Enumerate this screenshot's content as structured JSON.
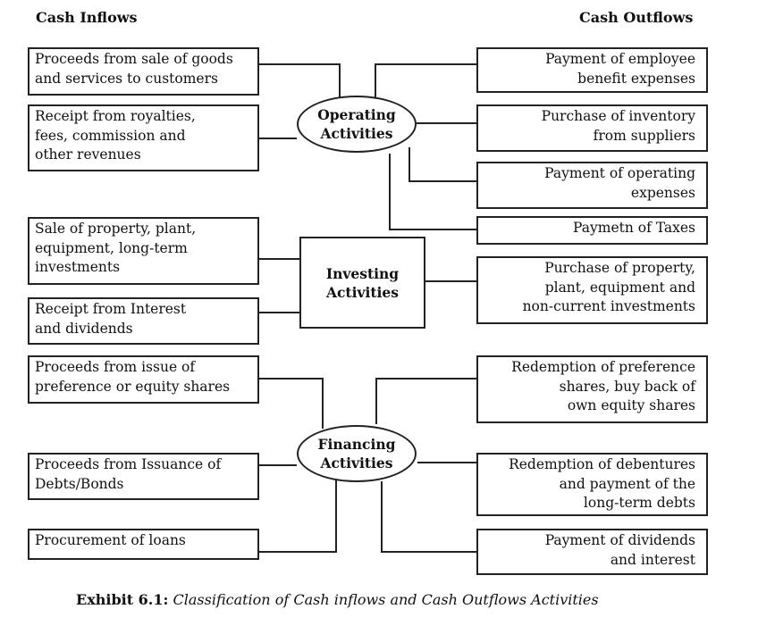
{
  "headers": {
    "inflows": "Cash Inflows",
    "outflows": "Cash Outflows"
  },
  "activities": {
    "operating": "Operating\nActivities",
    "investing": "Investing\nActivities",
    "financing": "Financing\nActivities"
  },
  "inflows": {
    "op1": "Proceeds from sale of goods\nand services to customers",
    "op2": "Receipt from royalties,\nfees, commission and\nother revenues",
    "inv1": "Sale of property, plant,\nequipment, long-term\ninvestments",
    "inv2": "Receipt from Interest\nand dividends",
    "fin1": "Proceeds from issue of\npreference or equity shares",
    "fin2": "Proceeds from Issuance of\nDebts/Bonds",
    "fin3": "Procurement of loans"
  },
  "outflows": {
    "op1": "Payment of employee\nbenefit expenses",
    "op2": "Purchase of inventory\nfrom suppliers",
    "op3": "Payment of operating\nexpenses",
    "op4": "Paymetn of Taxes",
    "inv1": "Purchase of property,\nplant, equipment and\nnon-current investments",
    "fin1": "Redemption of preference\nshares, buy back of\nown equity shares",
    "fin2": "Redemption of debentures\nand payment of the\nlong-term debts",
    "fin3": "Payment of dividends\nand interest"
  },
  "caption": {
    "label": "Exhibit 6.1:",
    "text": "Classification of Cash inflows and Cash Outflows Activities"
  }
}
